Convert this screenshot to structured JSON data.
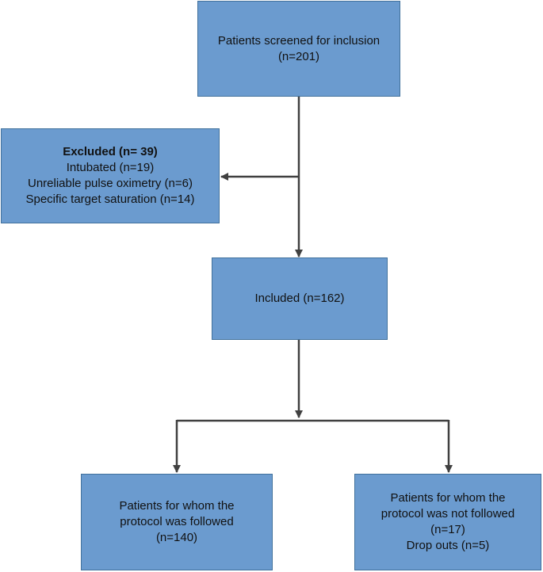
{
  "flowchart": {
    "screened": {
      "line1": "Patients screened for inclusion",
      "line2": "(n=201)"
    },
    "excluded": {
      "title": "Excluded (n= 39)",
      "line1": "Intubated (n=19)",
      "line2": "Unreliable pulse oximetry (n=6)",
      "line3": "Specific target saturation (n=14)"
    },
    "included": {
      "line1": "Included (n=162)"
    },
    "followed": {
      "line1": "Patients for whom the",
      "line2": "protocol was followed",
      "line3": "(n=140)"
    },
    "not_followed": {
      "line1": "Patients for whom the",
      "line2": "protocol was not followed",
      "line3": "(n=17)",
      "line4": "Drop outs (n=5)"
    }
  },
  "colors": {
    "box_fill": "#6b9bcf",
    "box_border": "#41719c",
    "arrow": "#404040"
  }
}
